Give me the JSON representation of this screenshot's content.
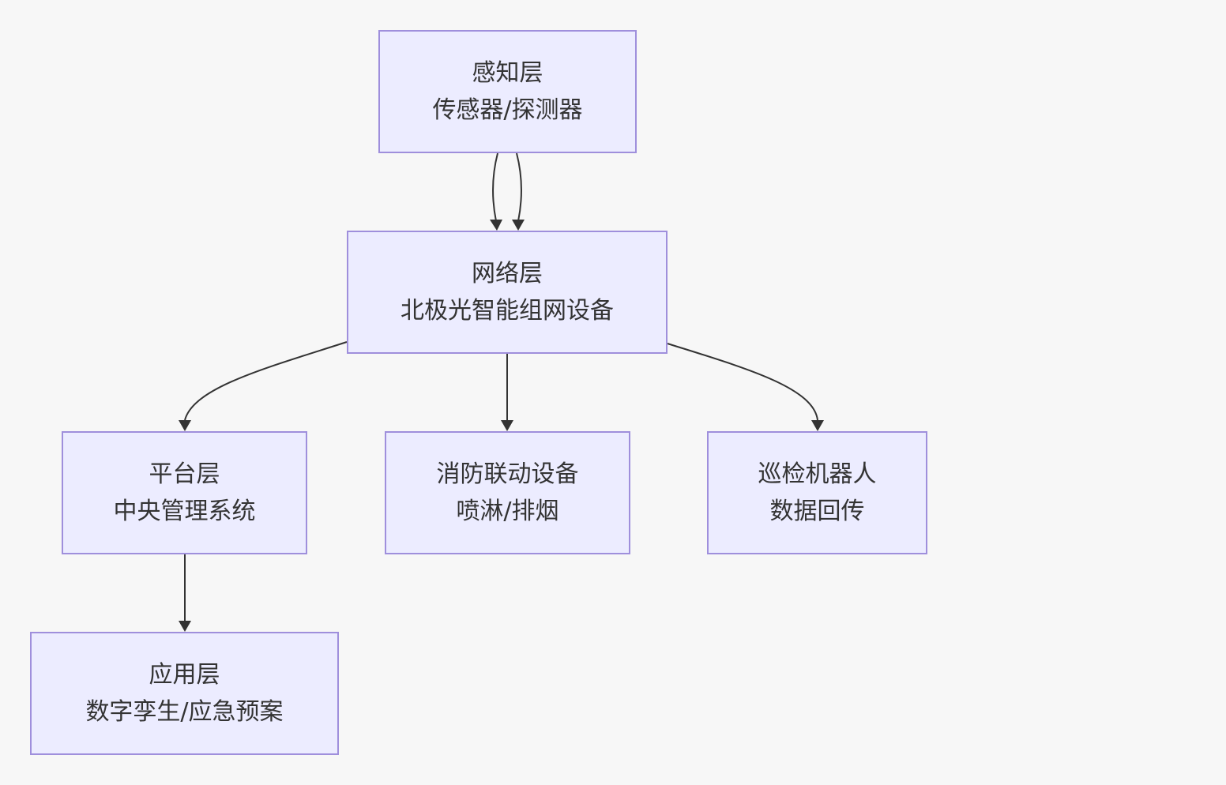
{
  "diagram": {
    "nodes": {
      "sense": {
        "title": "感知层",
        "subtitle": "传感器/探测器"
      },
      "network": {
        "title": "网络层",
        "subtitle": "北极光智能组网设备"
      },
      "platform": {
        "title": "平台层",
        "subtitle": "中央管理系统"
      },
      "fire": {
        "title": "消防联动设备",
        "subtitle": "喷淋/排烟"
      },
      "robot": {
        "title": "巡检机器人",
        "subtitle": "数据回传"
      },
      "app": {
        "title": "应用层",
        "subtitle": "数字孪生/应急预案"
      }
    },
    "edges": [
      {
        "from": "sense",
        "to": "network"
      },
      {
        "from": "sense",
        "to": "network"
      },
      {
        "from": "network",
        "to": "platform"
      },
      {
        "from": "network",
        "to": "fire"
      },
      {
        "from": "network",
        "to": "robot"
      },
      {
        "from": "platform",
        "to": "app"
      }
    ],
    "colors": {
      "node_fill": "#ececff",
      "node_border": "#9f8fdc",
      "edge": "#333333",
      "text": "#333333",
      "background": "#f7f7f7"
    }
  }
}
